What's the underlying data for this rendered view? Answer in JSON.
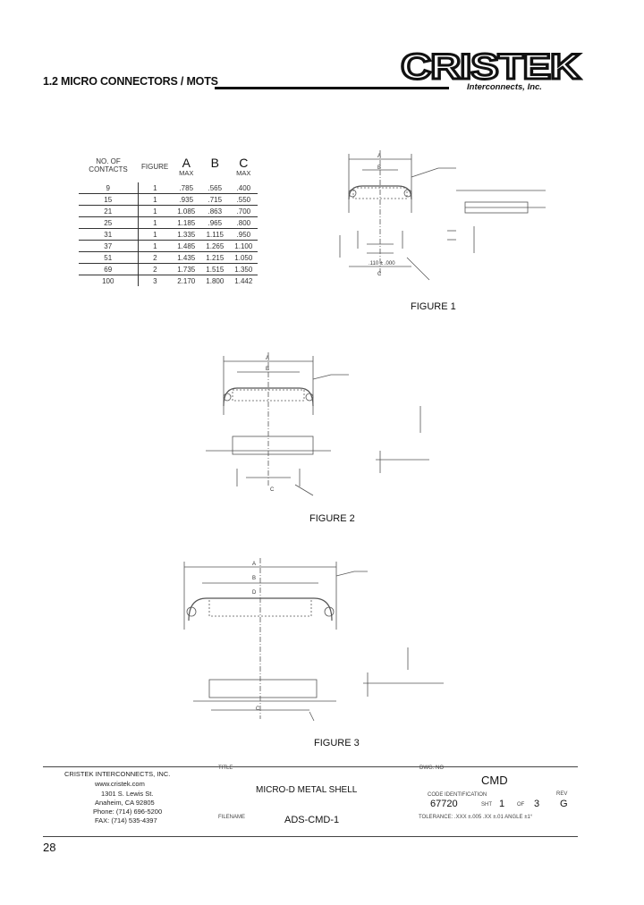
{
  "header": {
    "section_title": "1.2 MICRO CONNECTORS / MOTS",
    "logo_text": "CRISTEK",
    "logo_subtitle": "Interconnects, Inc."
  },
  "table": {
    "headers": {
      "contacts": "NO. OF CONTACTS",
      "figure": "FIGURE",
      "a": "A",
      "a_sub": "MAX",
      "b": "B",
      "c": "C",
      "c_sub": "MAX"
    },
    "rows": [
      {
        "contacts": "9",
        "figure": "1",
        "a": ".785",
        "b": ".565",
        "c": ".400"
      },
      {
        "contacts": "15",
        "figure": "1",
        "a": ".935",
        "b": ".715",
        "c": ".550"
      },
      {
        "contacts": "21",
        "figure": "1",
        "a": "1.085",
        "b": ".863",
        "c": ".700"
      },
      {
        "contacts": "25",
        "figure": "1",
        "a": "1.185",
        "b": ".965",
        "c": ".800"
      },
      {
        "contacts": "31",
        "figure": "1",
        "a": "1.335",
        "b": "1.115",
        "c": ".950"
      },
      {
        "contacts": "37",
        "figure": "1",
        "a": "1.485",
        "b": "1.265",
        "c": "1.100"
      },
      {
        "contacts": "51",
        "figure": "2",
        "a": "1.435",
        "b": "1.215",
        "c": "1.050"
      },
      {
        "contacts": "69",
        "figure": "2",
        "a": "1.735",
        "b": "1.515",
        "c": "1.350"
      },
      {
        "contacts": "100",
        "figure": "3",
        "a": "2.170",
        "b": "1.800",
        "c": "1.442"
      }
    ]
  },
  "figures": {
    "fig1": {
      "label": "FIGURE 1",
      "dims": [
        "A",
        "B",
        "C"
      ],
      "note": ".110 ± .000"
    },
    "fig2": {
      "label": "FIGURE 2",
      "dims": [
        "A",
        "B",
        "C"
      ]
    },
    "fig3": {
      "label": "FIGURE 3",
      "dims": [
        "A",
        "B",
        "C",
        "D"
      ]
    }
  },
  "title_block": {
    "company": "CRISTEK INTERCONNECTS, INC.",
    "website": "www.cristek.com",
    "address": "1301 S. Lewis St.",
    "city": "Anaheim, CA  92805",
    "phone": "Phone: (714) 696-5200",
    "fax": "FAX: (714) 535-4397",
    "title_label": "TITLE",
    "title": "MICRO-D METAL SHELL",
    "filename_label": "FILENAME",
    "filename": "ADS-CMD-1",
    "dwg_label": "DWG. NO",
    "dwg_no": "CMD",
    "code_label": "CODE IDENTIFICATION",
    "code": "67720",
    "sheet_label": "SHT",
    "sheet": "1",
    "of_label": "OF",
    "of": "3",
    "rev_label": "REV",
    "rev": "G",
    "tolerance": "TOLERANCE: .XXX ±.005  .XX ±.01  ANGLE ±1°"
  },
  "page_number": "28"
}
